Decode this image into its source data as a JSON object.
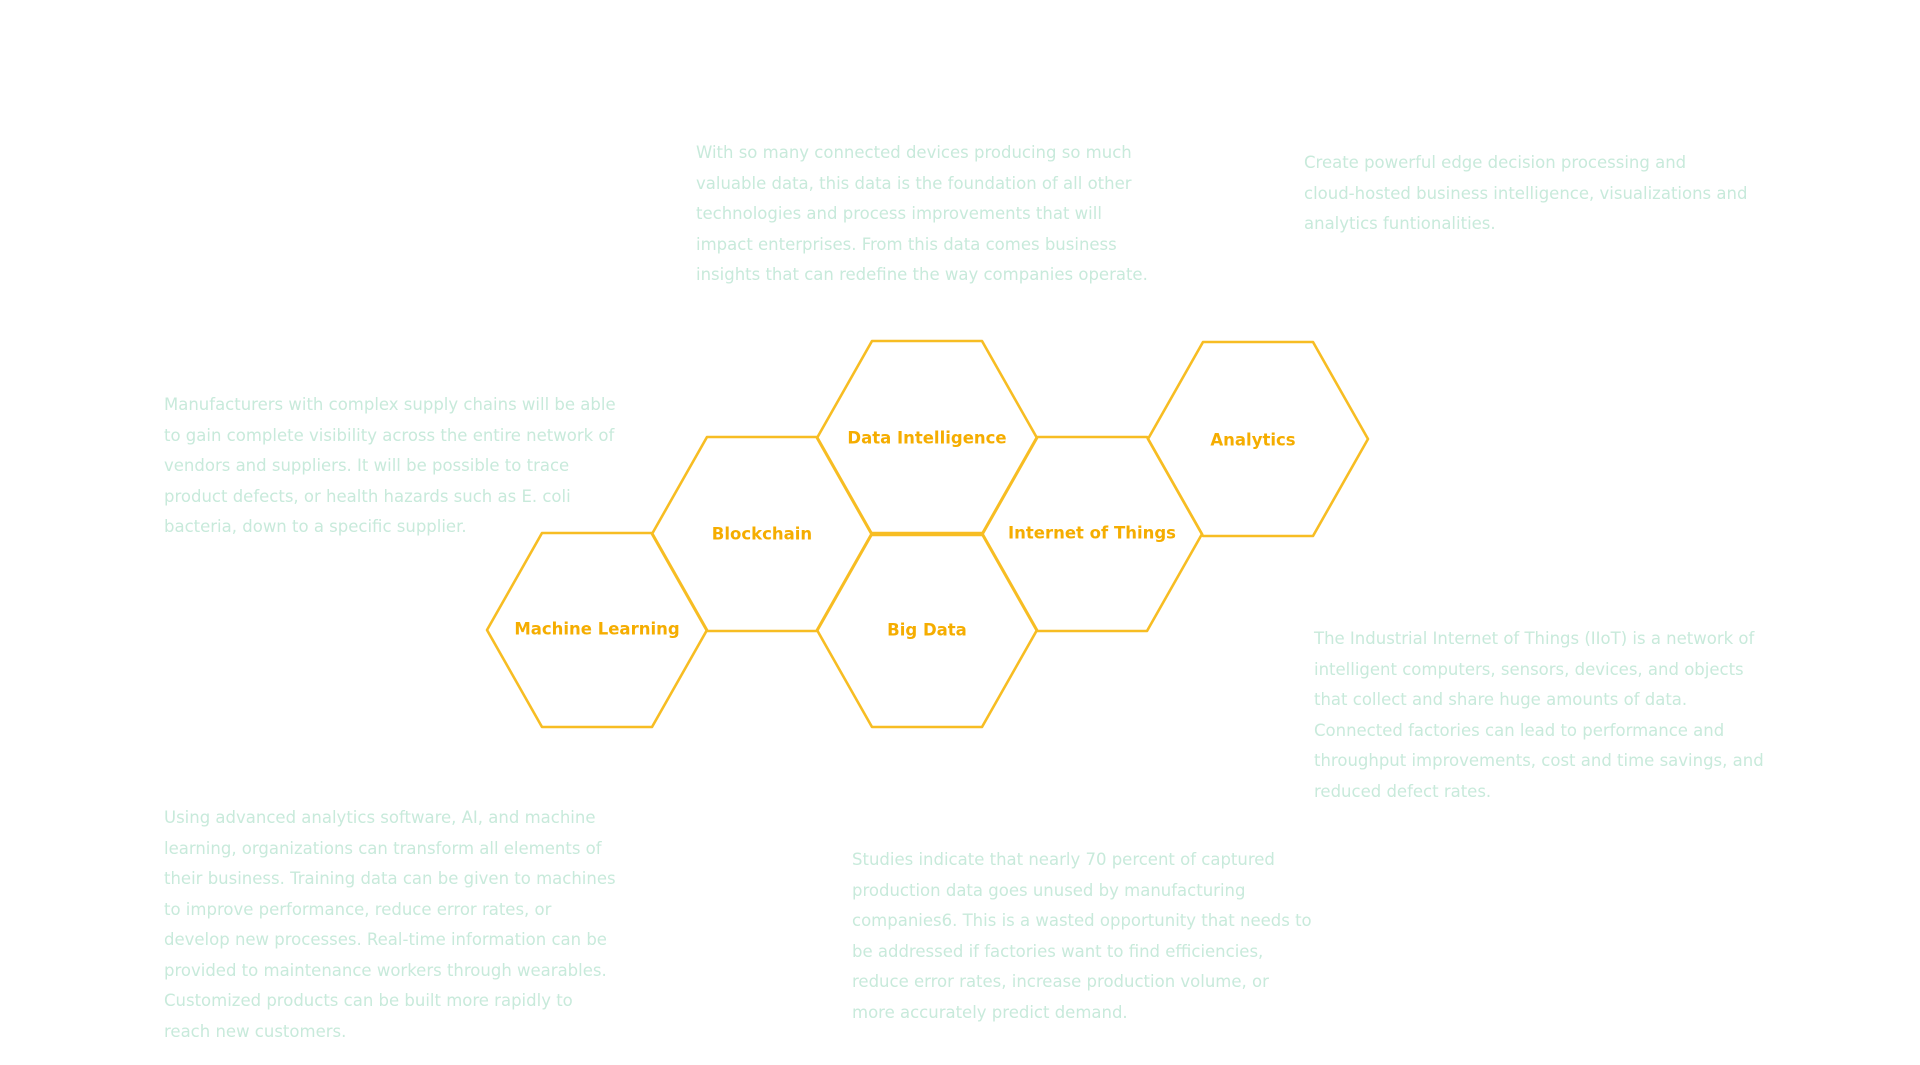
{
  "diagram": {
    "colors": {
      "hex_stroke": "#f7bd23",
      "hex_label": "#f5ad00",
      "description_text": "#c8eadb",
      "background": "#ffffff"
    },
    "hexagons": [
      {
        "id": "machine-learning",
        "label": "Machine Learning"
      },
      {
        "id": "blockchain",
        "label": "Blockchain"
      },
      {
        "id": "data-intelligence",
        "label": "Data Intelligence"
      },
      {
        "id": "big-data",
        "label": "Big Data"
      },
      {
        "id": "internet-of-things",
        "label": "Internet of Things"
      },
      {
        "id": "analytics",
        "label": "Analytics"
      }
    ],
    "descriptions": {
      "data_intelligence": "With so many connected devices producing so much\nvaluable data, this data is the foundation of all other\ntechnologies and process improvements that will\nimpact  enterprises. From this data comes business\ninsights that can redefine the way companies operate.",
      "analytics": "Create powerful edge decision processing and\ncloud-hosted business intelligence, visualizations and\nanalytics funtionalities.",
      "blockchain": "Manufacturers with complex supply chains will be able\nto gain complete visibility across the entire network of\nvendors and suppliers. It will be possible to trace\nproduct defects, or health hazards such as E. coli\nbacteria, down to a specific supplier.",
      "internet_of_things": "The Industrial Internet of Things (IIoT) is a network of\nintelligent computers, sensors, devices, and objects\nthat collect and share huge amounts of data.\nConnected factories can lead to performance and\nthroughput improvements, cost and time savings, and\nreduced defect rates.",
      "machine_learning": "Using advanced analytics software, AI, and machine\nlearning, organizations can transform all elements of\ntheir business. Training data can be given to machines\nto improve performance, reduce error rates, or\ndevelop new processes. Real-time information can be\nprovided to maintenance workers through wearables.\nCustomized products can be built more rapidly to\nreach new customers.",
      "big_data": "Studies indicate that nearly 70 percent of captured\nproduction data goes unused by manufacturing\ncompanies6. This is a wasted opportunity that needs to\nbe addressed if factories want to find efficiencies,\nreduce error rates, increase production volume, or\nmore accurately predict demand."
    }
  }
}
